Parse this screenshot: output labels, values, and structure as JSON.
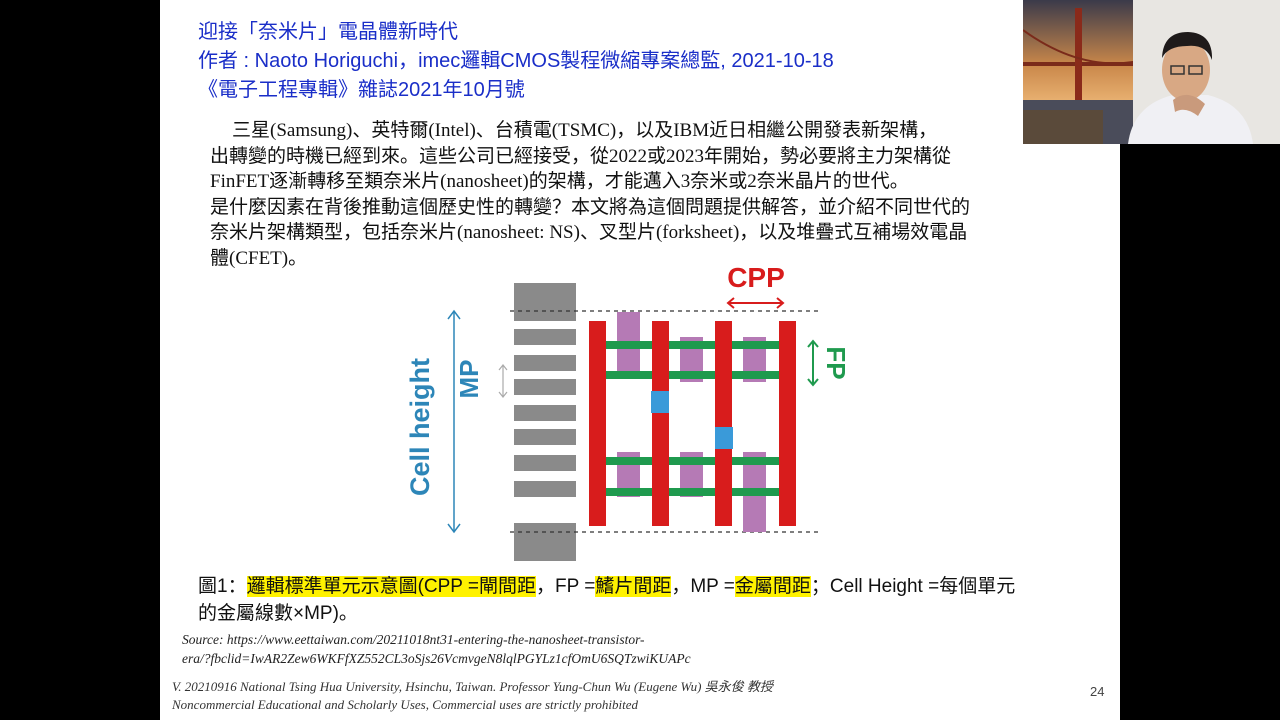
{
  "slide": {
    "title_lines": [
      "迎接「奈米片」電晶體新時代",
      "作者 : Naoto Horiguchi，imec邏輯CMOS製程微縮專案總監, 2021-10-18",
      "《電子工程專輯》雜誌2021年10月號"
    ],
    "body_lines": [
      "三星(Samsung)、英特爾(Intel)、台積電(TSMC)，以及IBM近日相繼公開發表新架構，",
      "出轉變的時機已經到來。這些公司已經接受，從2022或2023年開始，勢必要將主力架構從",
      "FinFET逐漸轉移至類奈米片(nanosheet)的架構，才能邁入3奈米或2奈米晶片的世代。",
      "是什麼因素在背後推動這個歷史性的轉變？本文將為這個問題提供解答，並介紹不同世代的",
      "奈米片架構類型，包括奈米片(nanosheet: NS)、叉型片(forksheet)，以及堆疊式互補場效電晶",
      "體(CFET)。"
    ],
    "diagram": {
      "cpp_label": "CPP",
      "fp_label": "FP",
      "mp_label": "MP",
      "cell_height_label": "Cell height"
    },
    "caption": {
      "prefix": "圖1：",
      "hl1": "邏輯標準單元示意圖(CPP =閘間距",
      "mid1": "，FP =",
      "hl2": "鰭片間距",
      "mid2": "，MP =",
      "hl3": "金屬間距",
      "mid3": "；Cell Height =每個單元",
      "line2": "的金屬線數×MP)。"
    },
    "source_lines": [
      "Source: https://www.eettaiwan.com/20211018nt31-entering-the-nanosheet-transistor-",
      "era/?fbclid=IwAR2Zew6WKFfXZ552CL3oSjs26VcmvgeN8lqlPGYLz1cfOmU6SQTzwiKUAPc"
    ],
    "footer_lines": [
      "V. 20210916 National Tsing Hua University, Hsinchu, Taiwan. Professor Yung-Chun Wu (Eugene Wu) 吳永俊 教授",
      "Noncommercial Educational and Scholarly Uses, Commercial uses are strictly prohibited"
    ],
    "page_number": "24"
  },
  "colors": {
    "title": "#1a2ec8",
    "gate_red": "#d81c1c",
    "fin_green": "#1f9a4e",
    "metal_gray": "#8a8a8a",
    "contact_purple": "#b57ab5",
    "via_blue": "#3a9ad9",
    "label_blue": "#2d86b8",
    "highlight": "#fff200"
  },
  "webcam": {
    "icon": "webcam-person-video"
  }
}
